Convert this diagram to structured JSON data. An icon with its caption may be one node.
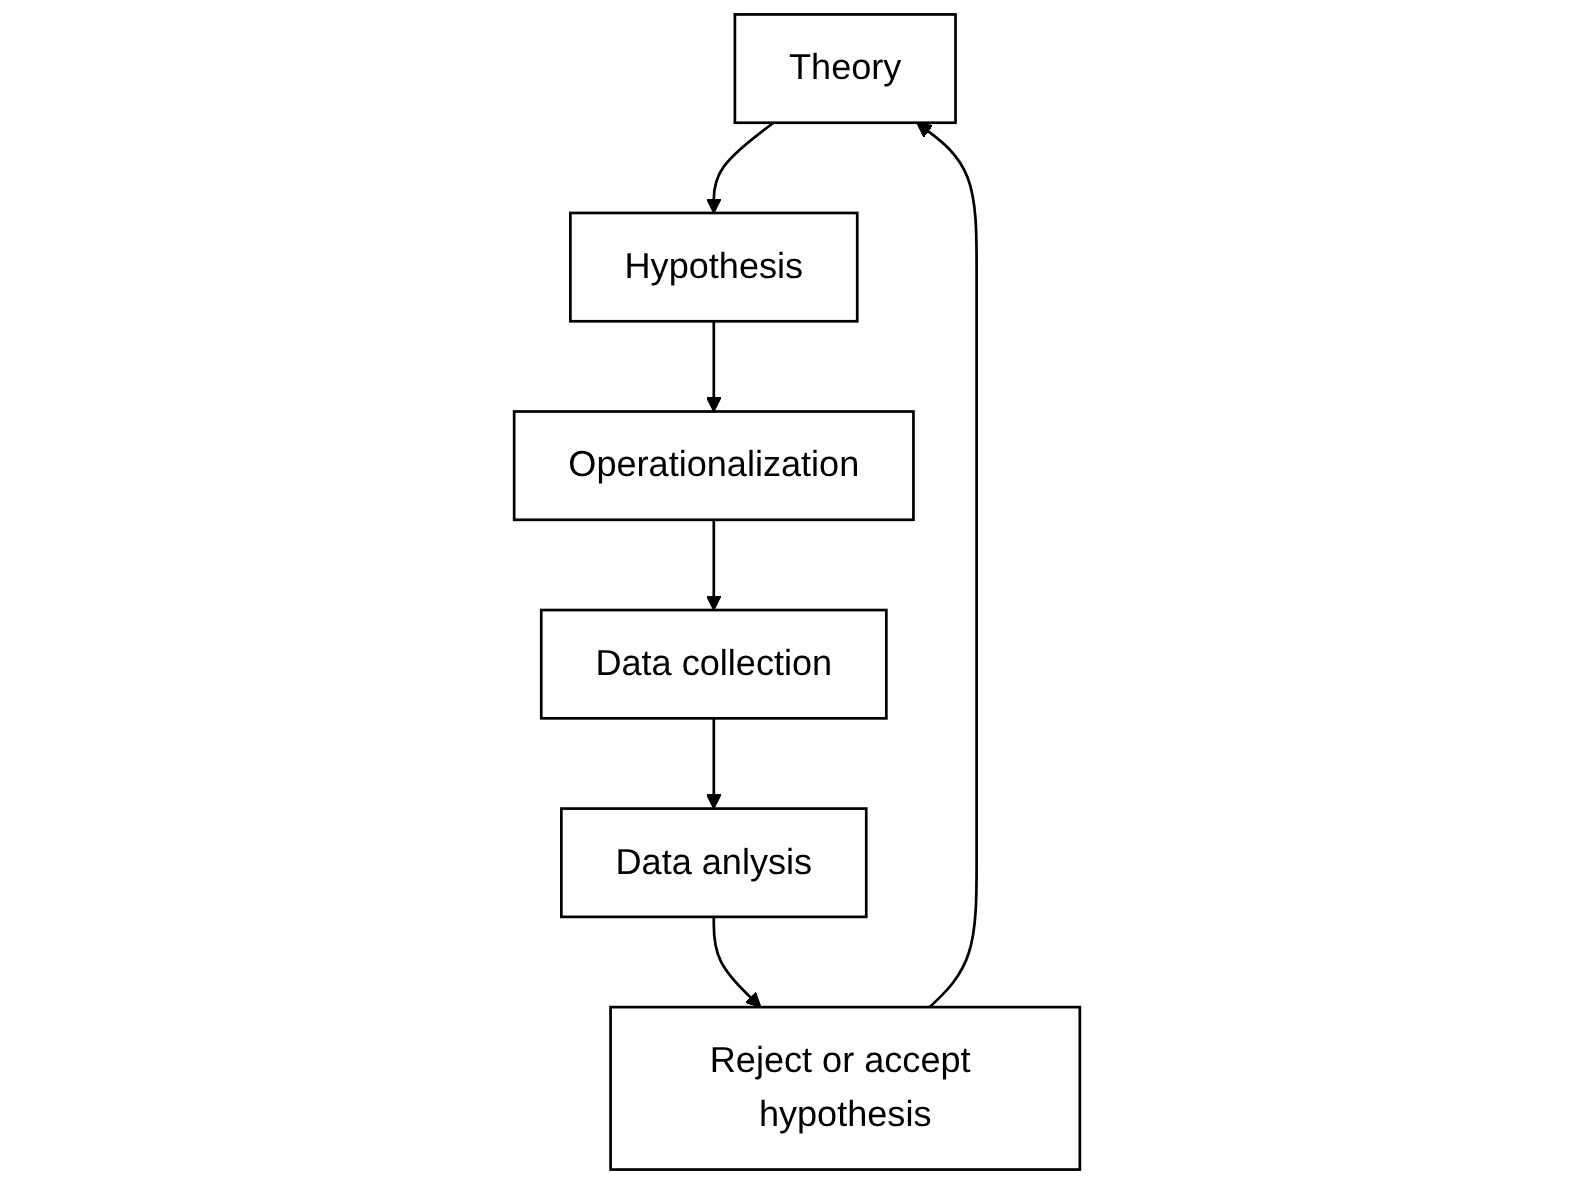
{
  "diagram": {
    "nodes": [
      {
        "text": [
          "Theory"
        ]
      },
      {
        "text": [
          "Hypothesis"
        ]
      },
      {
        "text": [
          "Operationalization"
        ]
      },
      {
        "text": [
          "Data collection"
        ]
      },
      {
        "text": [
          "Data anlysis"
        ]
      },
      {
        "text": [
          "Reject or accept hypothesis"
        ]
      }
    ],
    "edges": [
      {
        "from": 0,
        "to": 1,
        "arrow": "to"
      },
      {
        "from": 1,
        "to": 2,
        "arrow": "to"
      },
      {
        "from": 2,
        "to": 3,
        "arrow": "to"
      },
      {
        "from": 3,
        "to": 4,
        "arrow": "to"
      },
      {
        "from": 4,
        "to": 5,
        "arrow": "to"
      },
      {
        "from": 5,
        "to": 0,
        "arrow": "to"
      }
    ]
  }
}
